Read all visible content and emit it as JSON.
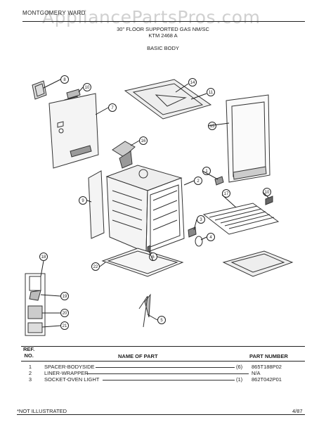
{
  "header": {
    "brand": "MONTGOMERY WARD",
    "model_line": "30\" FLOOR SUPPORTED GAS NM/SC",
    "model_number": "KTM 2468 A",
    "section": "BASIC BODY"
  },
  "watermark": "AppliancePartsPros.com",
  "callouts": [
    "8",
    "10",
    "7",
    "14",
    "11",
    "15",
    "16",
    "9",
    "2",
    "1",
    "17",
    "10",
    "3",
    "4",
    "6",
    "22",
    "18",
    "19",
    "20",
    "21",
    "5"
  ],
  "table": {
    "ref_header": "REF.\nNO.",
    "name_header": "NAME OF PART",
    "number_header": "PART NUMBER",
    "rows": [
      {
        "ref": "1",
        "name": "SPACER-BODYSIDE",
        "qty": "(6)",
        "part_number": "865T188P02"
      },
      {
        "ref": "2",
        "name": "LINER-WRAPPER",
        "qty": "",
        "part_number": "N/A"
      },
      {
        "ref": "3",
        "name": "SOCKET-OVEN LIGHT",
        "qty": "(1)",
        "part_number": "862T042P01"
      }
    ]
  },
  "footer": {
    "note": "*NOT ILLUSTRATED",
    "date": "4/87"
  }
}
